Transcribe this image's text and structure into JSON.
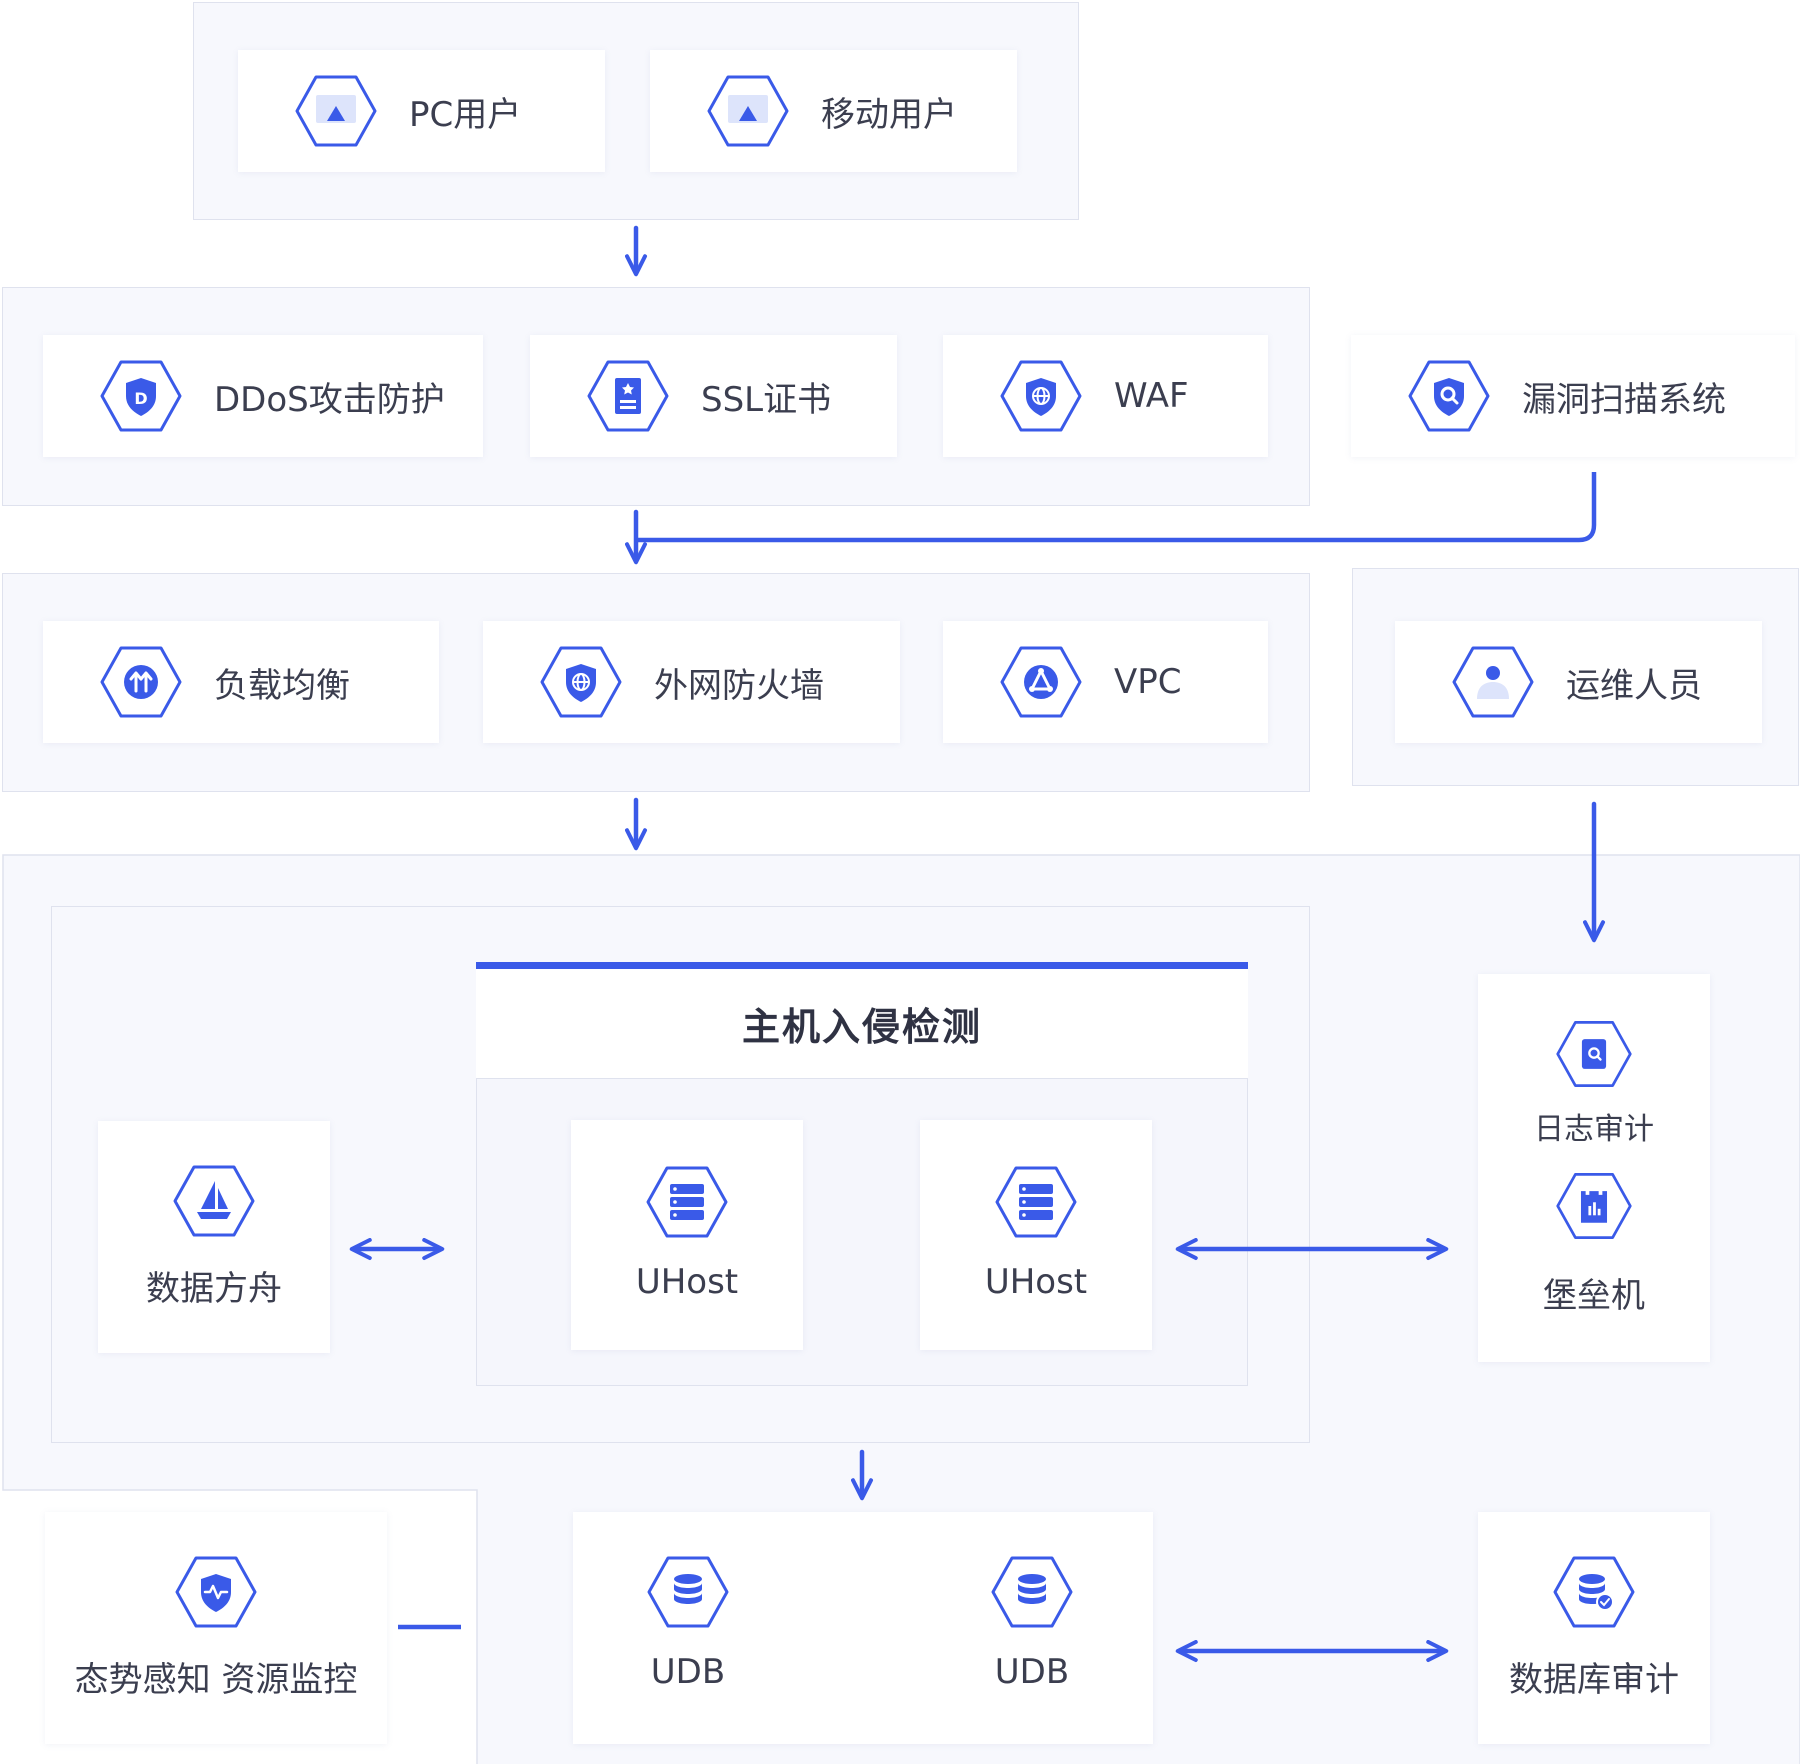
{
  "colors": {
    "accent": "#3a5ae8",
    "panel_bg": "#f7f8fd",
    "panel_border": "#dfe2ee",
    "text": "#3b3e4f"
  },
  "users": [
    {
      "label": "PC用户",
      "icon": "monitor-icon"
    },
    {
      "label": "移动用户",
      "icon": "mobile-icon"
    }
  ],
  "edge_security": [
    {
      "label": "DDoS攻击防护",
      "icon": "ddos-shield-icon"
    },
    {
      "label": "SSL证书",
      "icon": "certificate-icon"
    },
    {
      "label": "WAF",
      "icon": "waf-shield-icon"
    }
  ],
  "vuln_scan": {
    "label": "漏洞扫描系统",
    "icon": "scan-shield-icon"
  },
  "network": [
    {
      "label": "负载均衡",
      "icon": "load-balancer-icon"
    },
    {
      "label": "外网防火墙",
      "icon": "firewall-icon"
    },
    {
      "label": "VPC",
      "icon": "vpc-icon"
    }
  ],
  "ops": {
    "label": "运维人员",
    "icon": "person-icon"
  },
  "host_section": {
    "title": "主机入侵检测",
    "hosts": [
      {
        "label": "UHost",
        "icon": "server-icon"
      },
      {
        "label": "UHost",
        "icon": "server-icon"
      }
    ],
    "ark": {
      "label": "数据方舟",
      "icon": "sailboat-icon"
    }
  },
  "audit": [
    {
      "label": "日志审计",
      "icon": "log-audit-icon"
    },
    {
      "label": "堡垒机",
      "icon": "bastion-icon"
    }
  ],
  "databases": [
    {
      "label": "UDB",
      "icon": "database-icon"
    },
    {
      "label": "UDB",
      "icon": "database-icon"
    }
  ],
  "monitor": {
    "label": "态势感知 资源监控",
    "icon": "pulse-shield-icon"
  },
  "db_audit": {
    "label": "数据库审计",
    "icon": "db-audit-icon"
  }
}
